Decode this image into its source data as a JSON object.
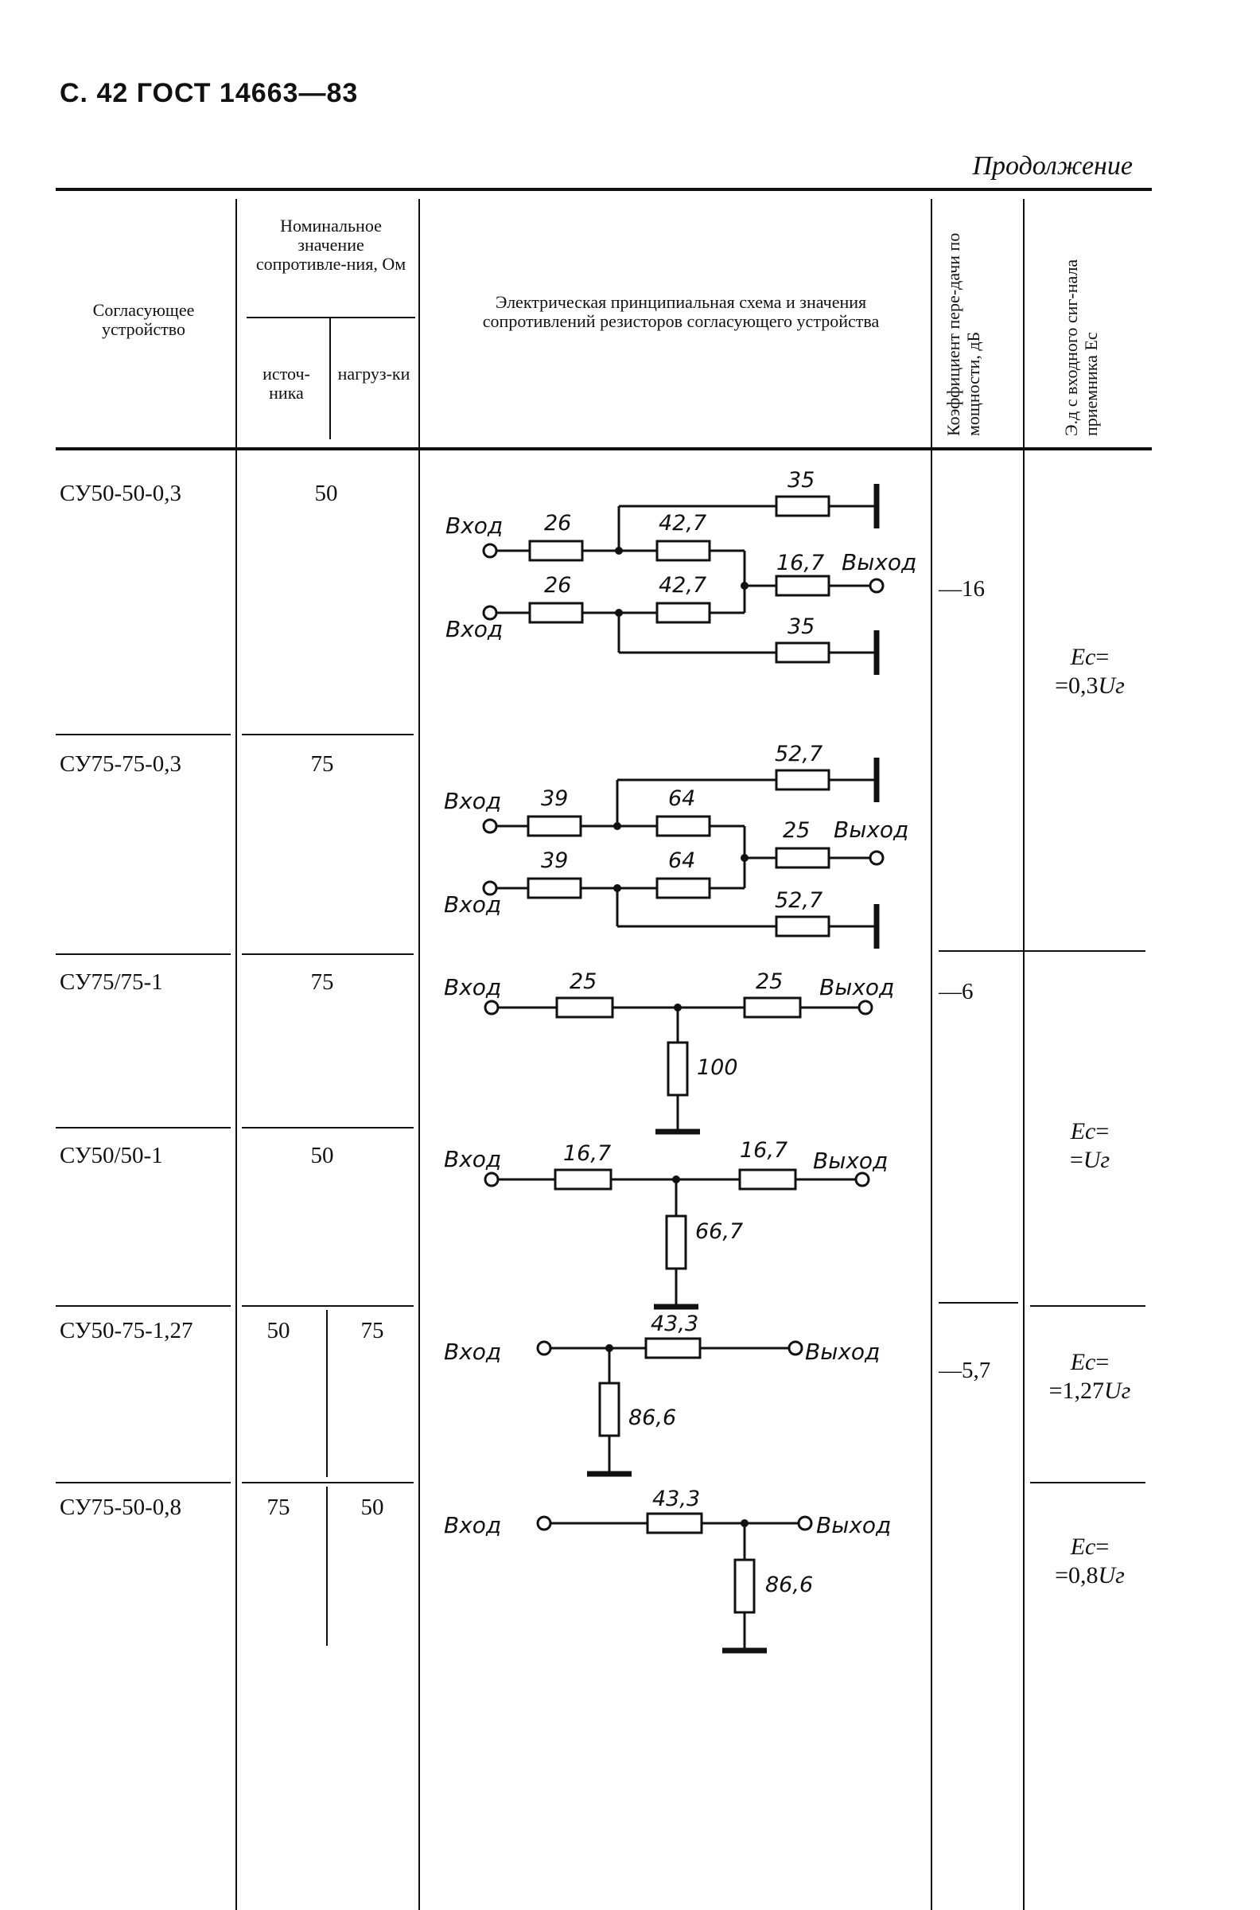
{
  "header": {
    "page_ref": "С. 42 ГОСТ 14663—83",
    "continuation": "Продолжение"
  },
  "columns": {
    "device": "Согласующее устройство",
    "nominal": "Номинальное значение сопротивле-ния, Ом",
    "source": "источ-ника",
    "load": "нагруз-ки",
    "schematic": "Электрическая принципиальная схема и значения сопротивлений резисторов согласующего устройства",
    "gain": "Коэффициент пере-дачи по мощности, дБ",
    "emf": "Э.д с входного сиг-нала приемника Ес"
  },
  "rows": [
    {
      "device": "СУ50-50-0,3",
      "nominal": "50"
    },
    {
      "device": "СУ75-75-0,3",
      "nominal": "75"
    },
    {
      "device": "СУ75/75-1",
      "nominal": "75"
    },
    {
      "device": "СУ50/50-1",
      "nominal": "50"
    },
    {
      "device": "СУ50-75-1,27",
      "source": "50",
      "load": "75"
    },
    {
      "device": "СУ75-50-0,8",
      "source": "75",
      "load": "50"
    }
  ],
  "gains": {
    "g1": "—16",
    "g2": "—6",
    "g3": "—5,7"
  },
  "emf": {
    "e1": {
      "symbol": "Eс",
      "eq": "=",
      "value": "=0,3",
      "var": "Uг"
    },
    "e2": {
      "symbol": "Eс",
      "eq": "=",
      "value": "=",
      "var": "Uг"
    },
    "e3": {
      "symbol": "Eс",
      "eq": "=",
      "value": "=1,27",
      "var": "Uг"
    },
    "e4": {
      "symbol": "Eс",
      "eq": "=",
      "value": "=0,8",
      "var": "Uг"
    }
  },
  "circuit_labels": {
    "input": "Вход",
    "output": "Выход",
    "c1": {
      "r_in1": "26",
      "r_in2": "26",
      "r_mid1": "42,7",
      "r_mid2": "42,7",
      "r_out": "16,7",
      "r_sh1": "35",
      "r_sh2": "35"
    },
    "c2": {
      "r_in1": "39",
      "r_in2": "39",
      "r_mid1": "64",
      "r_mid2": "64",
      "r_out": "25",
      "r_sh1": "52,7",
      "r_sh2": "52,7"
    },
    "c3": {
      "r_a": "25",
      "r_b": "25",
      "r_sh": "100"
    },
    "c4": {
      "r_a": "16,7",
      "r_b": "16,7",
      "r_sh": "66,7"
    },
    "c5": {
      "r_ser": "43,3",
      "r_sh": "86,6"
    },
    "c6": {
      "r_ser": "43,3",
      "r_sh": "86,6"
    }
  }
}
